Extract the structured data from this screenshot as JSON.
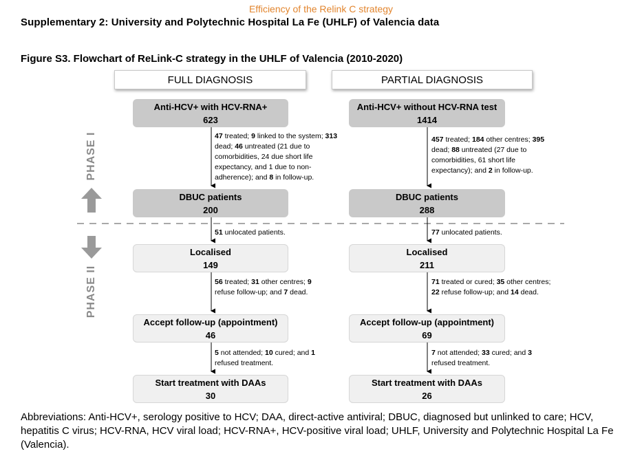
{
  "header": {
    "running_title": "Efficiency of the Relink C strategy",
    "supplement_title": "Supplementary 2: University and Polytechnic Hospital La Fe (UHLF) of Valencia data",
    "figure_title": "Figure S3. Flowchart of ReLink-C strategy in the UHLF of Valencia (2010-2020)"
  },
  "phases": {
    "phase1": "PHASE I",
    "phase2": "PHASE II"
  },
  "full": {
    "header": "FULL DIAGNOSIS",
    "n1": {
      "label": "Anti-HCV+ with HCV-RNA+",
      "value": "623"
    },
    "note1": [
      {
        "b": "47"
      },
      {
        "t": " treated; "
      },
      {
        "b": "9"
      },
      {
        "t": " linked to the system; "
      },
      {
        "b": "313"
      },
      {
        "t": " dead; "
      },
      {
        "b": "46"
      },
      {
        "t": " untreated (21 due to comorbidities, 24 due short life expectancy, and 1 due to non-adherence); and "
      },
      {
        "b": "8"
      },
      {
        "t": " in follow-up."
      }
    ],
    "n2": {
      "label": "DBUC patients",
      "value": "200"
    },
    "note2": [
      {
        "b": "51"
      },
      {
        "t": " unlocated patients."
      }
    ],
    "n3": {
      "label": "Localised",
      "value": "149"
    },
    "note3": [
      {
        "b": "56"
      },
      {
        "t": " treated; "
      },
      {
        "b": "31"
      },
      {
        "t": " other centres; "
      },
      {
        "b": "9"
      },
      {
        "t": " refuse follow-up; and "
      },
      {
        "b": "7"
      },
      {
        "t": " dead."
      }
    ],
    "n4": {
      "label": "Accept follow-up (appointment)",
      "value": "46"
    },
    "note4": [
      {
        "b": "5"
      },
      {
        "t": " not attended; "
      },
      {
        "b": "10"
      },
      {
        "t": " cured; and "
      },
      {
        "b": "1"
      },
      {
        "t": " refused treatment."
      }
    ],
    "n5": {
      "label": "Start treatment with DAAs",
      "value": "30"
    }
  },
  "partial": {
    "header": "PARTIAL DIAGNOSIS",
    "n1": {
      "label": "Anti-HCV+ without HCV-RNA test",
      "value": "1414"
    },
    "note1": [
      {
        "b": "457"
      },
      {
        "t": " treated; "
      },
      {
        "b": "184"
      },
      {
        "t": " other centres; "
      },
      {
        "b": "395"
      },
      {
        "t": " dead; "
      },
      {
        "b": "88"
      },
      {
        "t": " untreated (27 due to comorbidities, 61 short life expectancy); and "
      },
      {
        "b": "2"
      },
      {
        "t": " in follow-up."
      }
    ],
    "n2": {
      "label": "DBUC patients",
      "value": "288"
    },
    "note2": [
      {
        "b": "77"
      },
      {
        "t": " unlocated patients."
      }
    ],
    "n3": {
      "label": "Localised",
      "value": "211"
    },
    "note3": [
      {
        "b": "71"
      },
      {
        "t": " treated or cured; "
      },
      {
        "b": "35"
      },
      {
        "t": " other centres; "
      },
      {
        "b": "22"
      },
      {
        "t": " refuse follow-up; and "
      },
      {
        "b": "14"
      },
      {
        "t": " dead."
      }
    ],
    "n4": {
      "label": "Accept follow-up (appointment)",
      "value": "69"
    },
    "note4": [
      {
        "b": "7"
      },
      {
        "t": " not attended; "
      },
      {
        "b": "33"
      },
      {
        "t": " cured; and "
      },
      {
        "b": "3"
      },
      {
        "t": " refused treatment."
      }
    ],
    "n5": {
      "label": "Start treatment with DAAs",
      "value": "26"
    }
  },
  "abbreviations": "Abbreviations: Anti-HCV+, serology positive to HCV; DAA, direct-active antiviral; DBUC, diagnosed but unlinked to care; HCV, hepatitis C virus; HCV-RNA, HCV viral load; HCV-RNA+, HCV-positive viral load; UHLF, University and Polytechnic Hospital La Fe (Valencia)."
}
